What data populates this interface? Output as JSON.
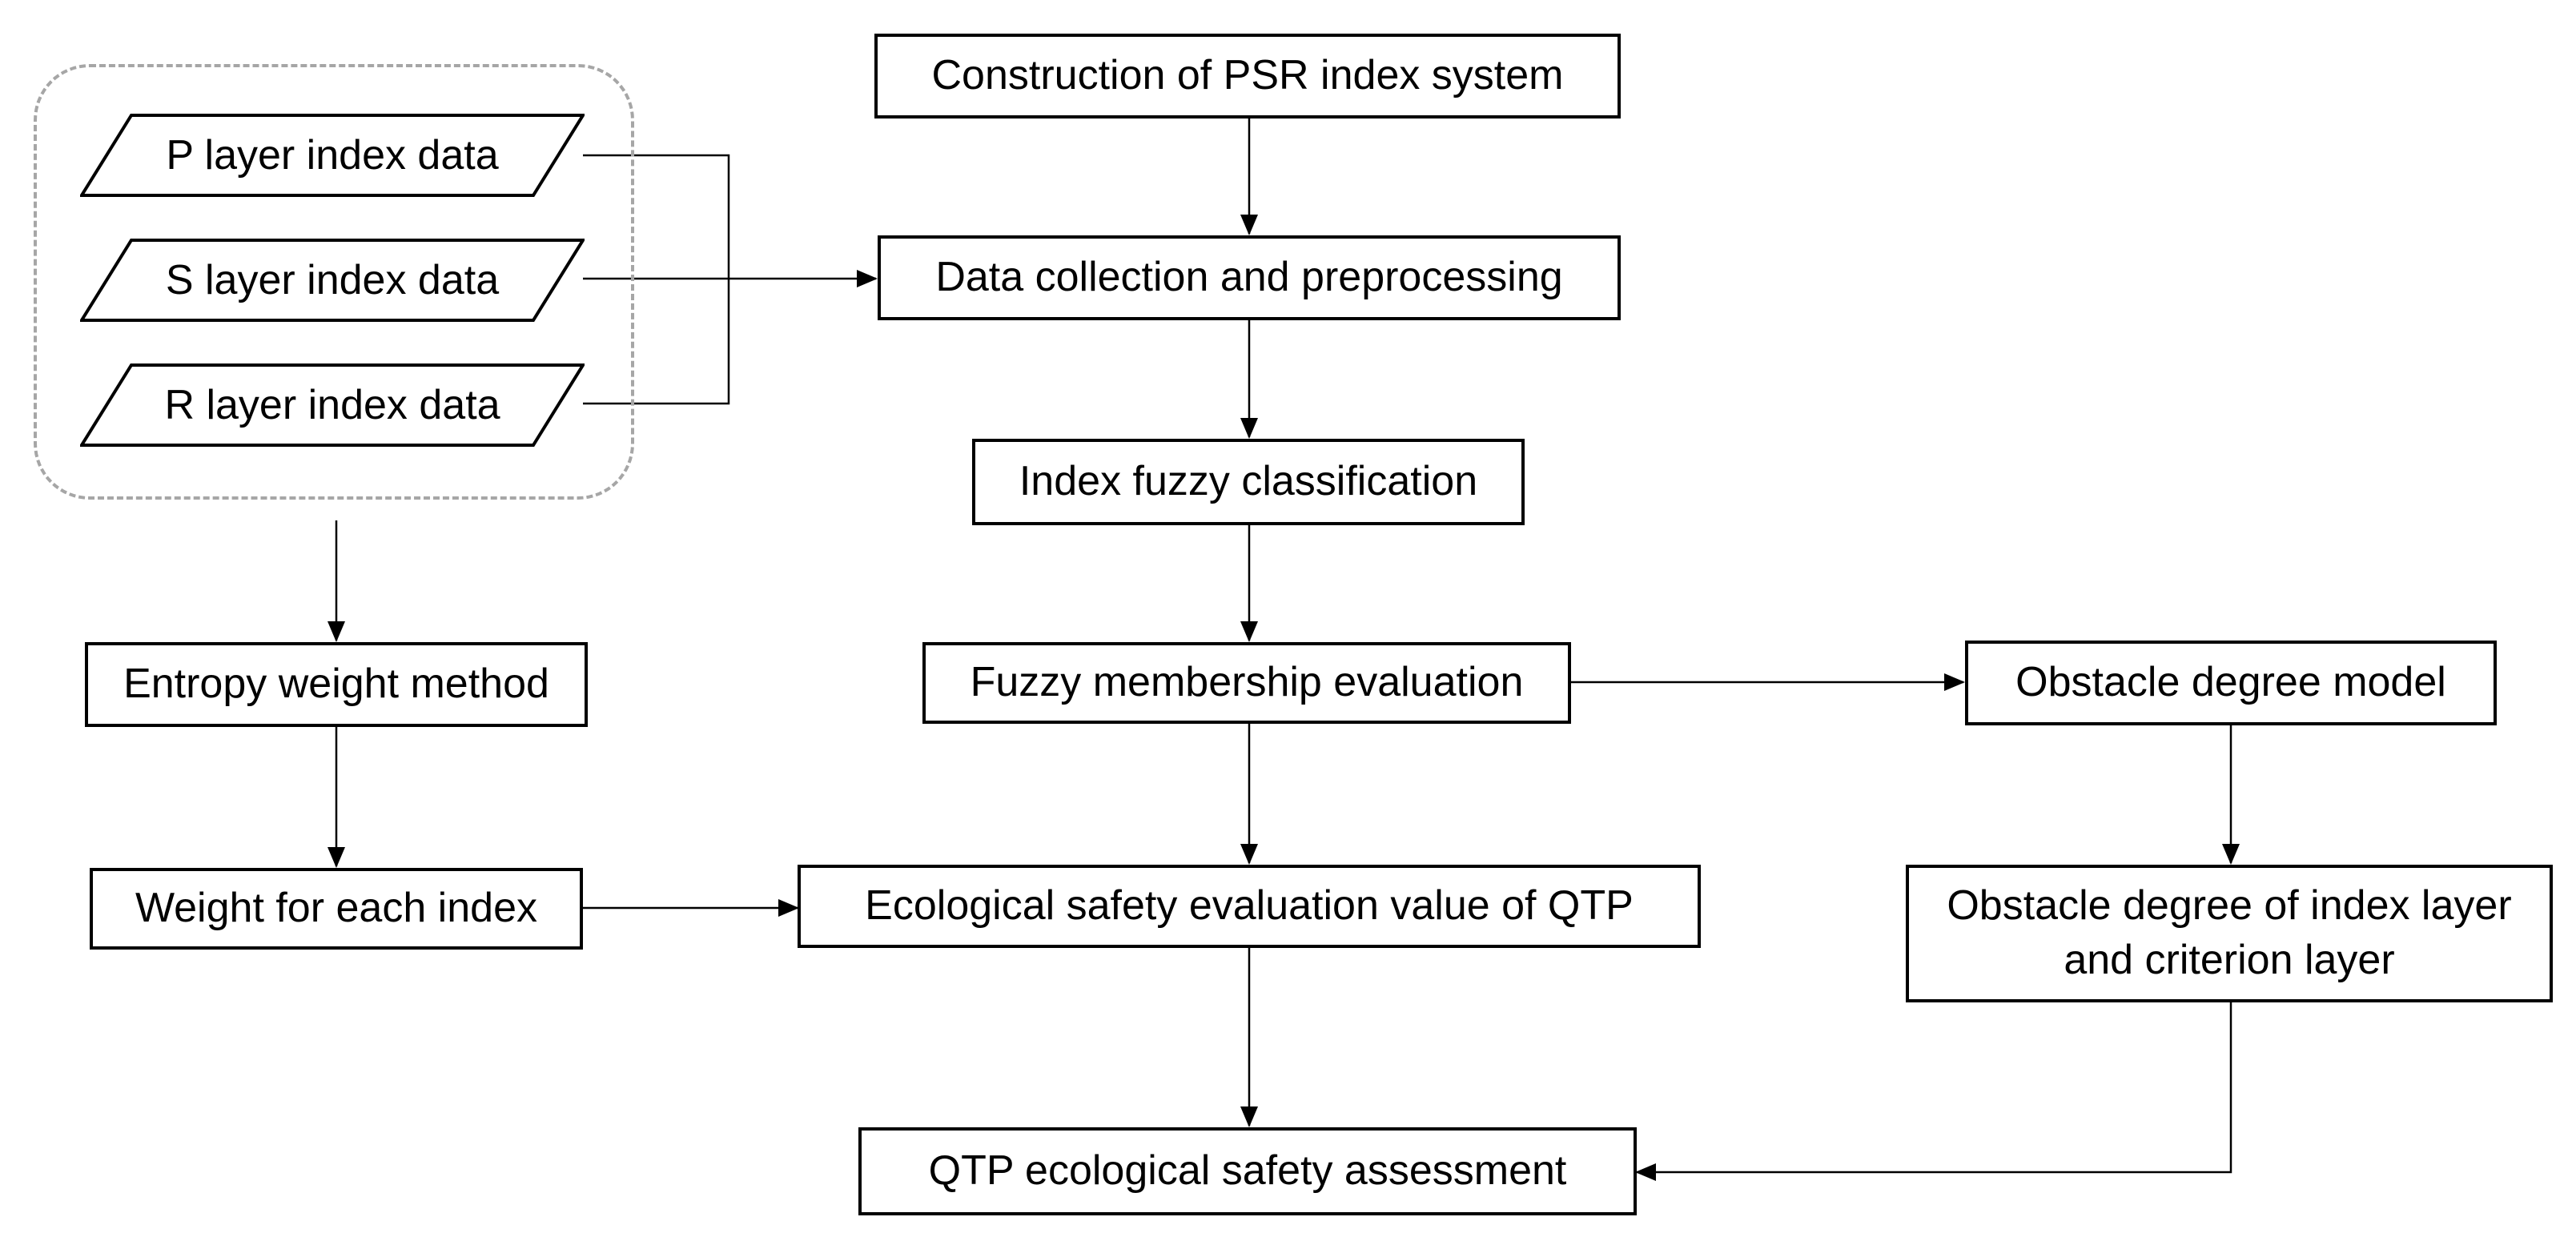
{
  "inputs": {
    "p_layer": "P layer index data",
    "s_layer": "S layer index data",
    "r_layer": "R layer index data"
  },
  "main_flow": {
    "construction": "Construction of PSR index system",
    "data_collection": "Data collection and preprocessing",
    "fuzzy_classification": "Index fuzzy classification",
    "fuzzy_membership": "Fuzzy membership evaluation",
    "evaluation_value": "Ecological safety evaluation value of QTP",
    "assessment": "QTP ecological safety assessment"
  },
  "weight_branch": {
    "entropy": "Entropy weight method",
    "weight": "Weight for each index"
  },
  "obstacle_branch": {
    "model": "Obstacle degree model",
    "degree": "Obstacle degree of index layer and criterion layer"
  }
}
